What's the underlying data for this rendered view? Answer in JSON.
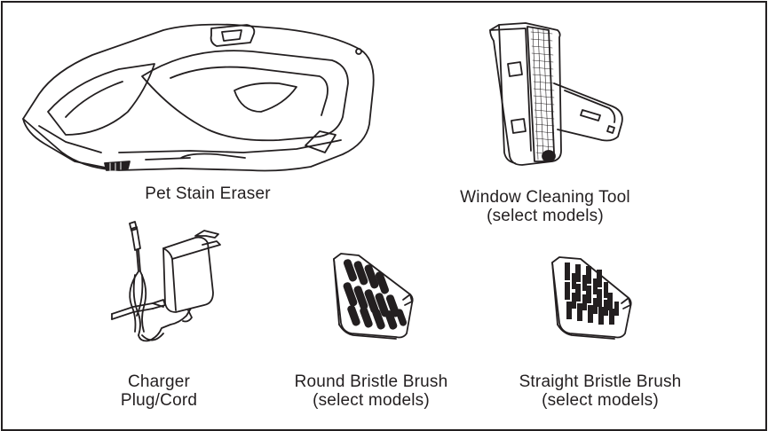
{
  "items": [
    {
      "id": "pet-stain-eraser",
      "lines": [
        "Pet Stain Eraser"
      ],
      "icon": "handheld-cleaner-illustration"
    },
    {
      "id": "window-cleaning-tool",
      "lines": [
        "Window Cleaning Tool",
        "(select models)"
      ],
      "icon": "window-squeegee-tool-illustration"
    },
    {
      "id": "charger",
      "lines": [
        "Charger",
        "Plug/Cord"
      ],
      "icon": "charger-plug-cord-illustration"
    },
    {
      "id": "round-bristle-brush",
      "lines": [
        "Round Bristle Brush",
        "(select models)"
      ],
      "icon": "round-bristle-brush-illustration"
    },
    {
      "id": "straight-bristle-brush",
      "lines": [
        "Straight Bristle Brush",
        "(select models)"
      ],
      "icon": "straight-bristle-brush-illustration"
    }
  ],
  "colors": {
    "ink": "#231f20",
    "paper": "#ffffff"
  }
}
